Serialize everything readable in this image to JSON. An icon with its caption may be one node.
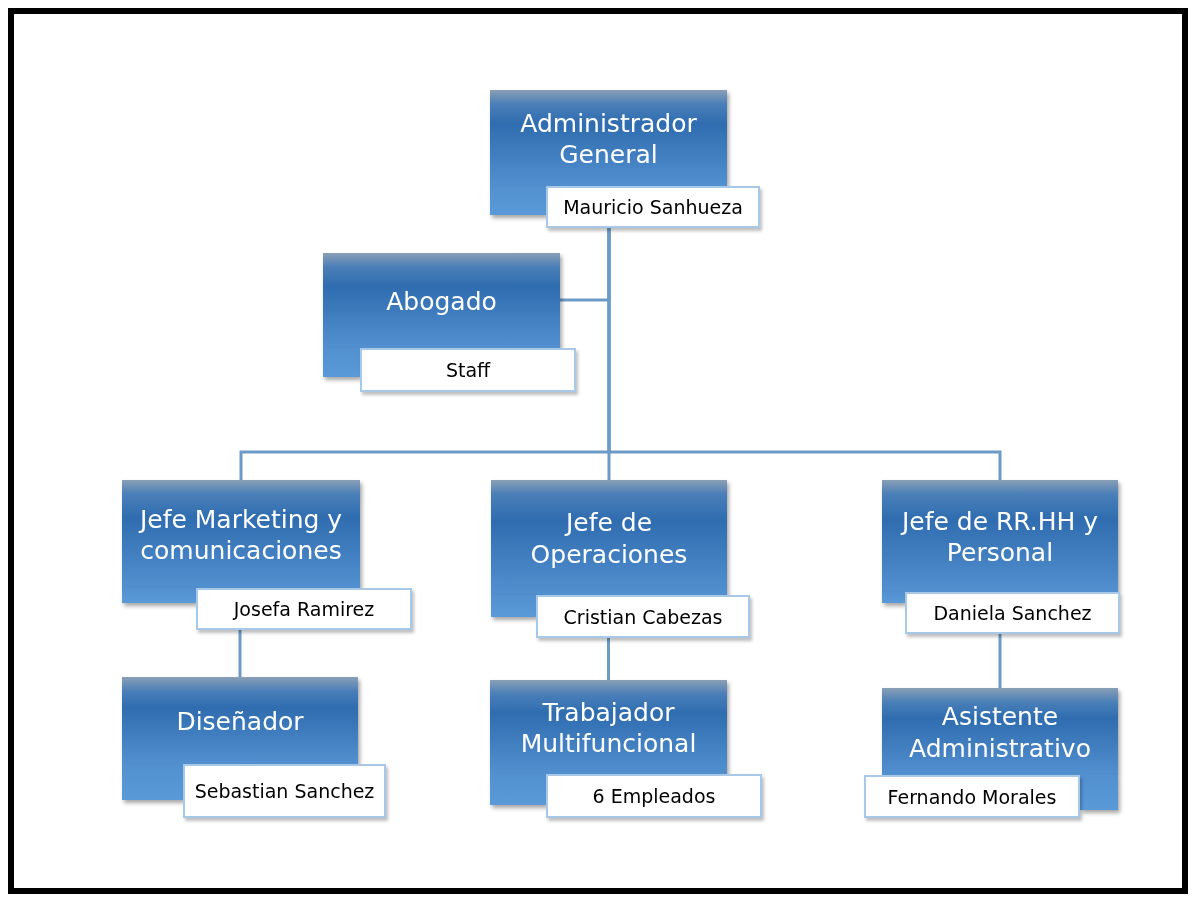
{
  "diagram": {
    "nodes": [
      {
        "text": [
          "Administrador General"
        ]
      },
      {
        "text": [
          "Mauricio Sanhueza"
        ]
      },
      {
        "text": [
          "Abogado"
        ]
      },
      {
        "text": [
          "Staff"
        ]
      },
      {
        "text": [
          "Jefe Marketing y comunicaciones"
        ]
      },
      {
        "text": [
          "Josefa Ramirez"
        ]
      },
      {
        "text": [
          "Jefe de Operaciones"
        ]
      },
      {
        "text": [
          "Cristian Cabezas"
        ]
      },
      {
        "text": [
          "Jefe de RR.HH y Personal"
        ]
      },
      {
        "text": [
          "Daniela Sanchez"
        ]
      },
      {
        "text": [
          "Diseñador"
        ]
      },
      {
        "text": [
          "Sebastian Sanchez"
        ]
      },
      {
        "text": [
          "Trabajador Multifuncional"
        ]
      },
      {
        "text": [
          "6 Empleados"
        ]
      },
      {
        "text": [
          "Asistente Administrativo"
        ]
      },
      {
        "text": [
          "Fernando Morales"
        ]
      }
    ],
    "edges": [
      {
        "from": 1,
        "to": 2,
        "arrow": "none"
      },
      {
        "from": 1,
        "to": 4,
        "arrow": "none"
      },
      {
        "from": 1,
        "to": 6,
        "arrow": "none"
      },
      {
        "from": 1,
        "to": 8,
        "arrow": "none"
      },
      {
        "from": 5,
        "to": 10,
        "arrow": "none"
      },
      {
        "from": 7,
        "to": 12,
        "arrow": "none"
      },
      {
        "from": 9,
        "to": 14,
        "arrow": "none"
      }
    ]
  }
}
